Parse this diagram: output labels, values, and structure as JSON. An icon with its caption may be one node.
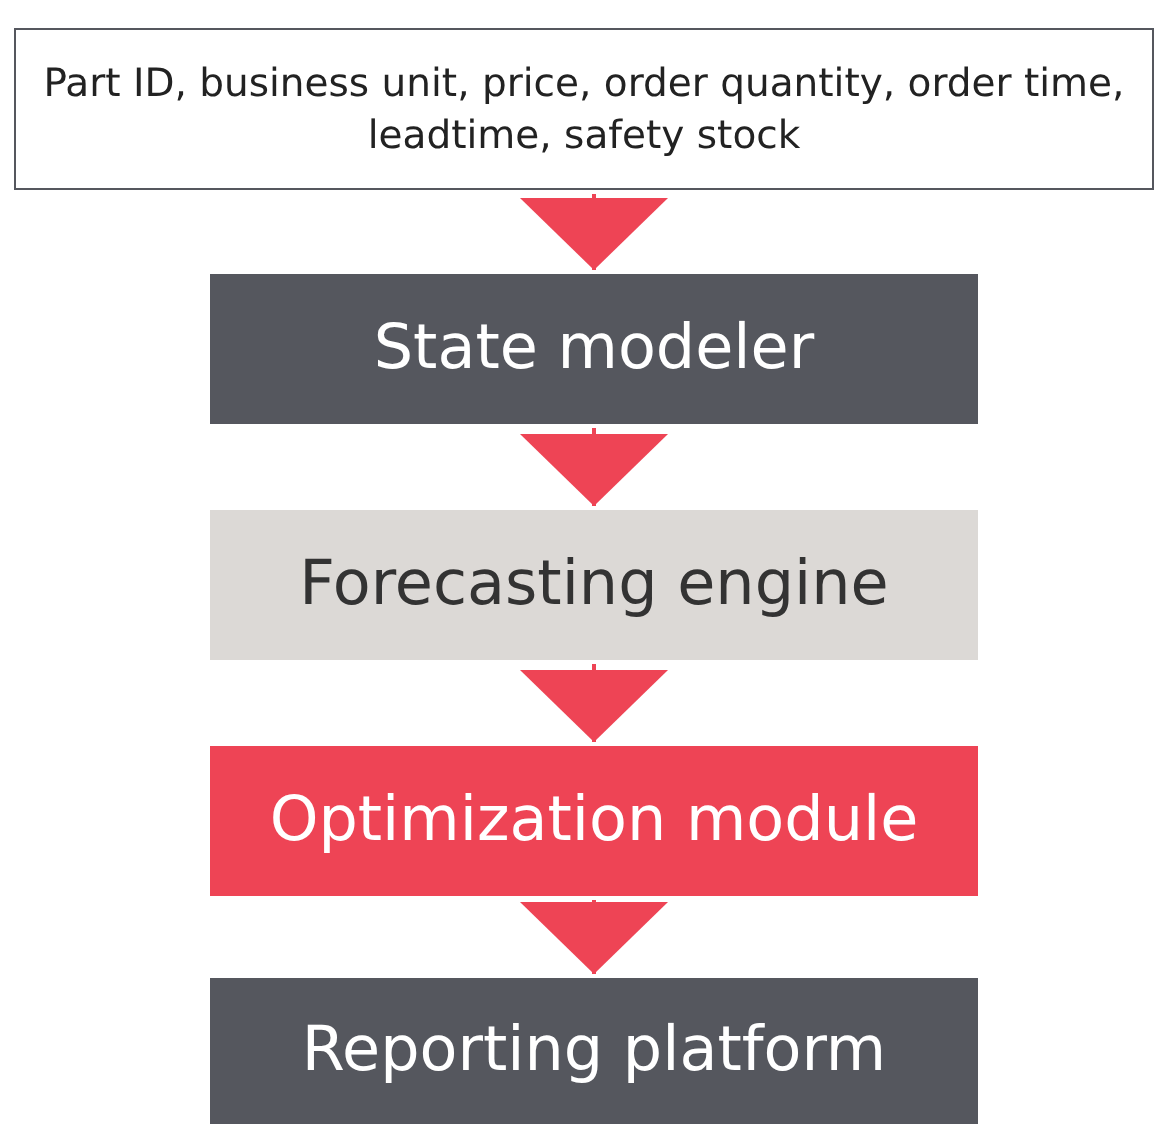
{
  "diagram": {
    "nodes": [
      {
        "text": [
          "Part ID, business unit, price, order quantity, order time, leadtime, safety stock"
        ]
      },
      {
        "text": [
          "State modeler"
        ]
      },
      {
        "text": [
          "Forecasting engine"
        ]
      },
      {
        "text": [
          "Optimization module"
        ]
      },
      {
        "text": [
          "Reporting platform"
        ]
      }
    ],
    "edges": [
      {
        "from": 0,
        "to": 1,
        "arrow": "to"
      },
      {
        "from": 1,
        "to": 2,
        "arrow": "to"
      },
      {
        "from": 2,
        "to": 3,
        "arrow": "to"
      },
      {
        "from": 3,
        "to": 4,
        "arrow": "to"
      }
    ]
  }
}
